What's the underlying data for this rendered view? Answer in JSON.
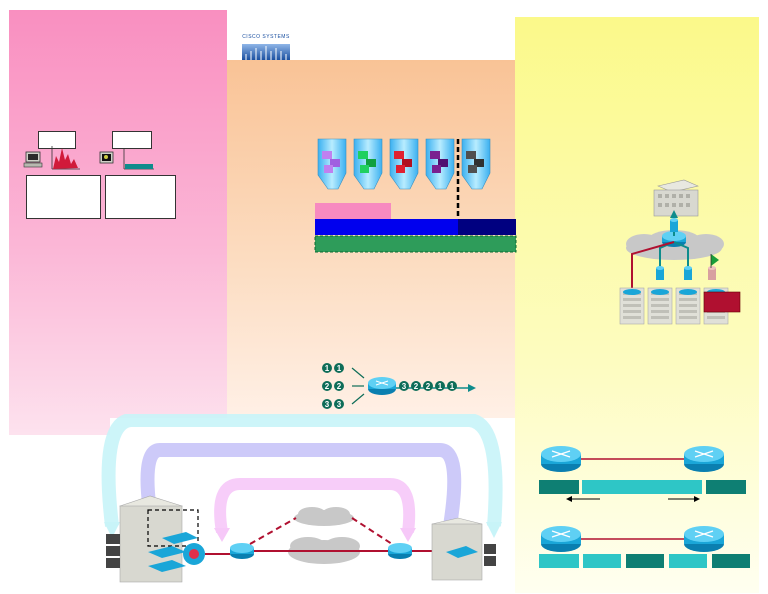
{
  "logo": {
    "text": "Cisco Systems",
    "color": "#1a4fa0"
  },
  "colors": {
    "left_panel": "#f98fc0",
    "center_panel": "#f9c396",
    "right_panel": "#fbf98a",
    "blue_bar": "#0000ee",
    "navy_bar": "#000080",
    "green_bar": "#2e9c5a",
    "pink_bar": "#f78ac0",
    "teal_bar": "#0e7f73",
    "light_teal_bar": "#2ec6c6",
    "link_red": "#b01030",
    "flow_arrow": "#0e8c8c"
  },
  "queue": {
    "inputs": [
      [
        "1",
        "1"
      ],
      [
        "2",
        "2"
      ],
      [
        "3",
        "3"
      ]
    ],
    "output": [
      "3",
      "2",
      "2",
      "1",
      "1"
    ]
  },
  "icons": [
    "pc-icon",
    "traffic-graph-icon",
    "monitor-icon",
    "server-icon",
    "queue-bucket-icon",
    "router-icon",
    "switch-icon",
    "building-icon",
    "cloud-icon",
    "server-rack-icon"
  ]
}
